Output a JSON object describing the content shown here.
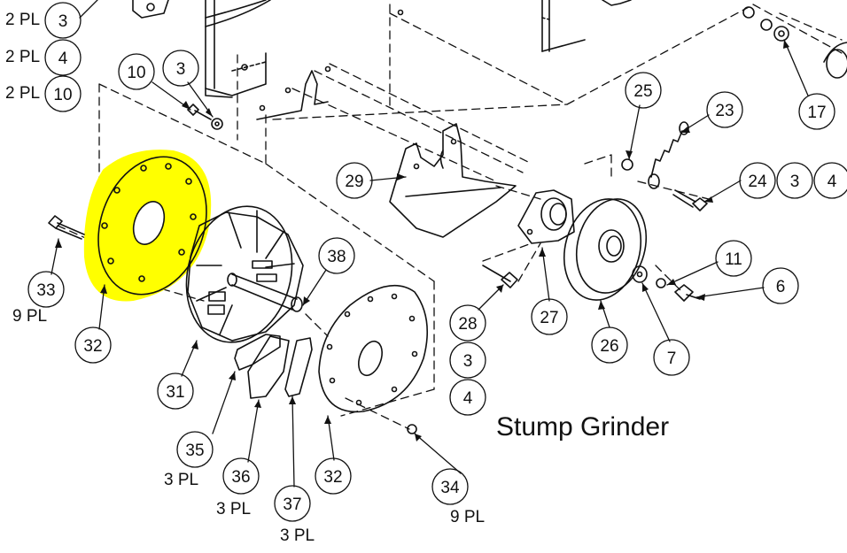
{
  "title": "Stump Grinder",
  "colors": {
    "line": "#111111",
    "highlight": "#ffff00",
    "background": "#ffffff"
  },
  "highlighted_part": "32",
  "callouts": [
    "3",
    "4",
    "10",
    "10",
    "3",
    "33",
    "32",
    "31",
    "38",
    "35",
    "36",
    "37",
    "32",
    "34",
    "29",
    "28",
    "3",
    "4",
    "27",
    "26",
    "7",
    "11",
    "6",
    "25",
    "23",
    "24",
    "3",
    "4",
    "17"
  ],
  "quantities": {
    "q_3": "2 PL",
    "q_4": "2 PL",
    "q_10": "2 PL",
    "q_33": "9 PL",
    "q_35": "3 PL",
    "q_36": "3 PL",
    "q_37": "3 PL",
    "q_34": "9 PL"
  }
}
